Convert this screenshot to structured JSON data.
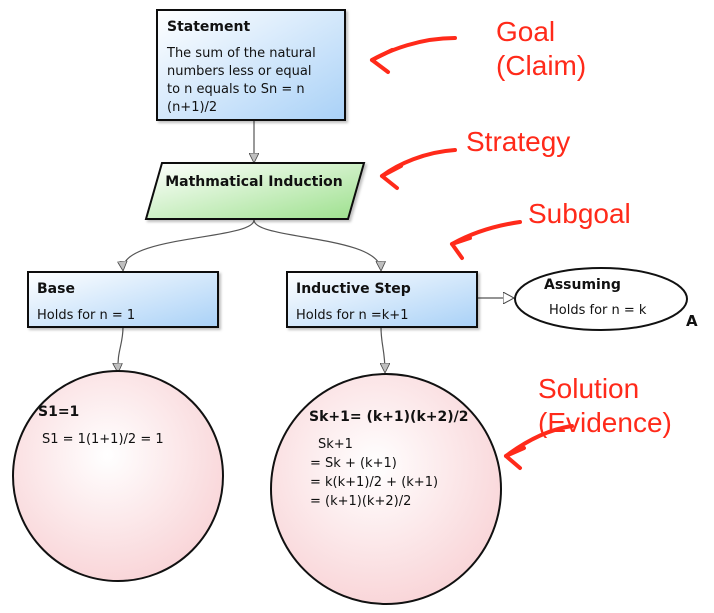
{
  "nodes": {
    "statement": {
      "title": "Statement",
      "lines": [
        "The sum of the natural",
        "numbers less or equal",
        "to n equals to Sn =  n",
        "(n+1)/2"
      ]
    },
    "strategy": {
      "title": "Mathmatical Induction"
    },
    "base": {
      "title": "Base",
      "text": "Holds for n = 1"
    },
    "inductive_step": {
      "title": "Inductive Step",
      "text": "Holds for n =k+1"
    },
    "assuming": {
      "title": "Assuming",
      "text": "Holds for n = k",
      "marker": "A"
    },
    "solution_base": {
      "title": "S1=1",
      "text": "S1 = 1(1+1)/2 = 1"
    },
    "solution_step": {
      "title": "Sk+1= (k+1)(k+2)/2",
      "lines": [
        "Sk+1",
        "= Sk + (k+1)",
        "= k(k+1)/2 + (k+1)",
        "= (k+1)(k+2)/2"
      ]
    }
  },
  "annotations": {
    "goal": [
      "Goal",
      "(Claim)"
    ],
    "strategy": "Strategy",
    "subgoal": "Subgoal",
    "solution": [
      "Solution",
      "(Evidence)"
    ]
  },
  "colors": {
    "goal_fill_top": "#ffffff",
    "goal_fill_bottom": "#a9d1f7",
    "strategy_fill_top": "#ffffff",
    "strategy_fill_bottom": "#9ce08c",
    "solution_fill": "#fbe4e6",
    "annotation": "#ff2a1a"
  }
}
